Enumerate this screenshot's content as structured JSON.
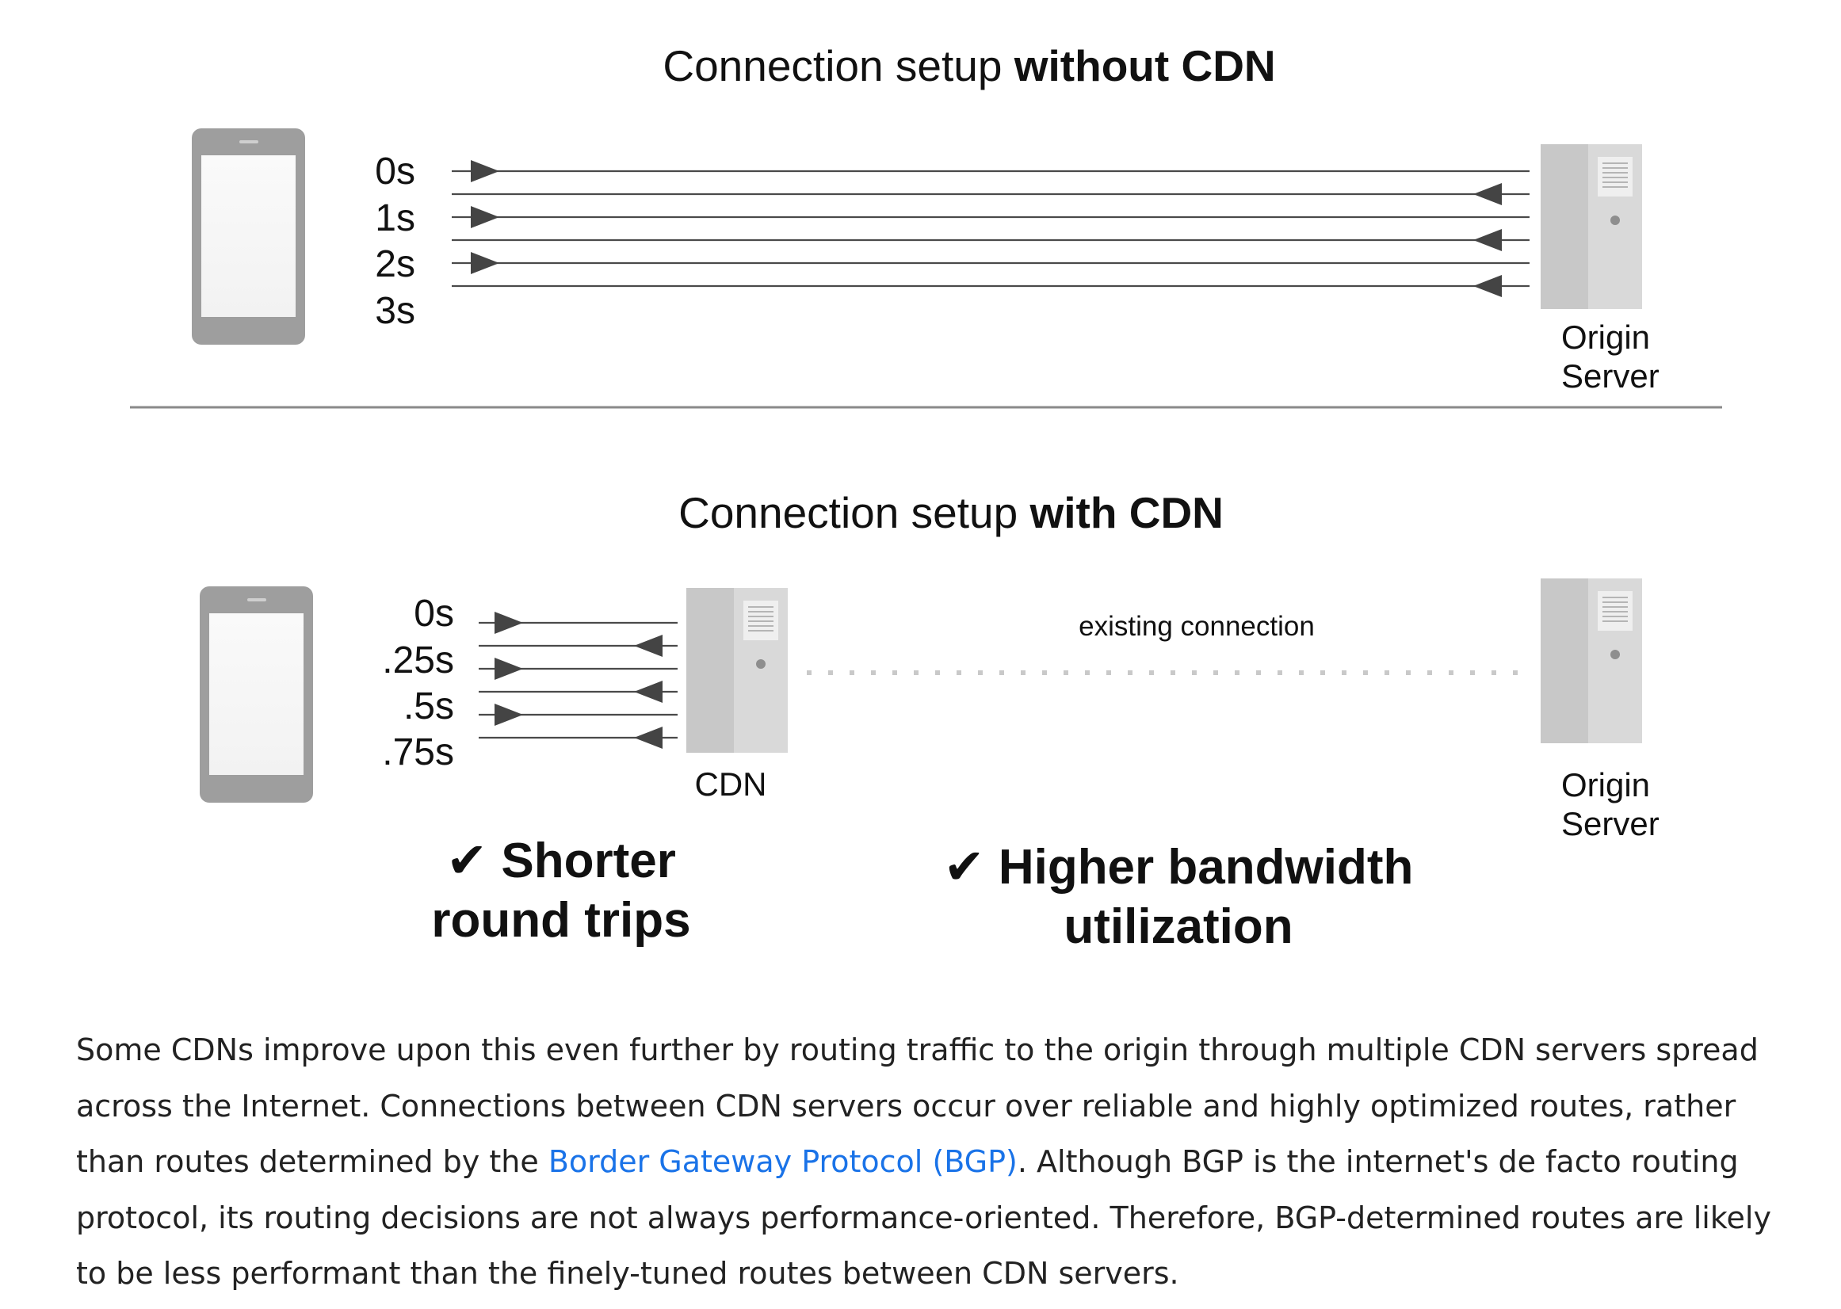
{
  "diagram": {
    "top": {
      "title_prefix": "Connection setup ",
      "title_bold": "without CDN",
      "times": [
        "0s",
        "1s",
        "2s",
        "3s"
      ],
      "server_label_1": "Origin",
      "server_label_2": "Server"
    },
    "bottom": {
      "title_prefix": "Connection setup ",
      "title_bold": "with CDN",
      "times": [
        "0s",
        ".25s",
        ".5s",
        ".75s"
      ],
      "cdn_label": "CDN",
      "existing_connection": "existing connection",
      "server_label_1": "Origin",
      "server_label_2": "Server",
      "benefit_1_line1": "✔ Shorter",
      "benefit_1_line2": "round trips",
      "benefit_2_line1": "✔ Higher bandwidth",
      "benefit_2_line2": "utilization"
    },
    "icons": [
      "phone-icon",
      "server-icon"
    ]
  },
  "paragraph": {
    "before_link": "Some CDNs improve upon this even further by routing traffic to the origin through multiple CDN servers spread across the Internet. Connections between CDN servers occur over reliable and highly optimized routes, rather than routes determined by the ",
    "link_text": "Border Gateway Protocol (BGP)",
    "after_link": ". Although BGP is the internet's de facto routing protocol, its routing decisions are not always performance-oriented. Therefore, BGP-determined routes are likely to be less performant than the finely-tuned routes between CDN servers."
  },
  "colors": {
    "link": "#1a73e8",
    "device_gray": "#9e9e9e",
    "server_gray": "#d5d5d5"
  }
}
